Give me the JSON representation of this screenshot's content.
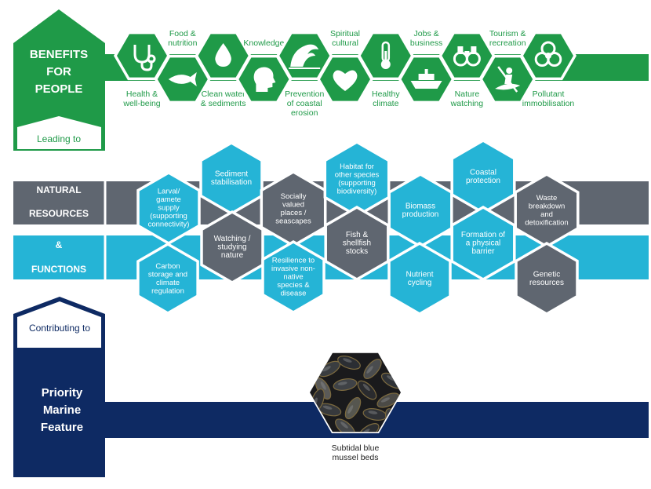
{
  "colors": {
    "green": "#1f9a48",
    "grey": "#5f6670",
    "cyan": "#25b4d6",
    "navy": "#0e2a63",
    "white": "#ffffff"
  },
  "benefits": {
    "title_lines": [
      "BENEFITS",
      "FOR",
      "PEOPLE"
    ],
    "leading_to": "Leading to",
    "items": [
      {
        "icon": "stethoscope-icon",
        "label_lines": [
          "Health &",
          "well-being"
        ],
        "label_pos": "below"
      },
      {
        "icon": "fish-icon",
        "label_lines": [
          "Food &",
          "nutrition"
        ],
        "label_pos": "above"
      },
      {
        "icon": "water-drop-icon",
        "label_lines": [
          "Clean water",
          "& sediments"
        ],
        "label_pos": "below"
      },
      {
        "icon": "head-icon",
        "label_lines": [
          "Knowledge"
        ],
        "label_pos": "above"
      },
      {
        "icon": "wave-icon",
        "label_lines": [
          "Prevention",
          "of coastal",
          "erosion"
        ],
        "label_pos": "below"
      },
      {
        "icon": "heart-icon",
        "label_lines": [
          "Spiritual",
          "cultural"
        ],
        "label_pos": "above"
      },
      {
        "icon": "thermometer-icon",
        "label_lines": [
          "Healthy",
          "climate"
        ],
        "label_pos": "below"
      },
      {
        "icon": "boat-icon",
        "label_lines": [
          "Jobs &",
          "business"
        ],
        "label_pos": "above"
      },
      {
        "icon": "binoculars-icon",
        "label_lines": [
          "Nature",
          "watching"
        ],
        "label_pos": "below"
      },
      {
        "icon": "kayak-icon",
        "label_lines": [
          "Tourism &",
          "recreation"
        ],
        "label_pos": "above"
      },
      {
        "icon": "biohazard-icon",
        "label_lines": [
          "Pollutant",
          "immobilisation"
        ],
        "label_pos": "below"
      }
    ]
  },
  "natural": {
    "label_natural": "NATURAL",
    "label_resources": "RESOURCES",
    "label_amp": "&",
    "label_functions": "FUNCTIONS",
    "hexes": [
      {
        "label_lines": [
          "Larval/",
          "gamete",
          "supply",
          "(supporting",
          "connectivity)"
        ],
        "color": "cyan"
      },
      {
        "label_lines": [
          "Sediment",
          "stabilisation"
        ],
        "color": "cyan"
      },
      {
        "label_lines": [
          "Socially",
          "valued",
          "places /",
          "seascapes"
        ],
        "color": "grey"
      },
      {
        "label_lines": [
          "Habitat for",
          "other species",
          "(supporting",
          "biodiversity)"
        ],
        "color": "cyan"
      },
      {
        "label_lines": [
          "Biomass",
          "production"
        ],
        "color": "cyan"
      },
      {
        "label_lines": [
          "Coastal",
          "protection"
        ],
        "color": "cyan"
      },
      {
        "label_lines": [
          "Waste",
          "breakdown",
          "and",
          "detoxification"
        ],
        "color": "grey"
      },
      {
        "label_lines": [
          "Watching /",
          "studying",
          "nature"
        ],
        "color": "grey"
      },
      {
        "label_lines": [
          "Fish &",
          "shellfish",
          "stocks"
        ],
        "color": "grey"
      },
      {
        "label_lines": [
          "Formation of",
          "a physical",
          "barrier"
        ],
        "color": "cyan"
      },
      {
        "label_lines": [
          "Carbon",
          "storage and",
          "climate",
          "regulation"
        ],
        "color": "cyan"
      },
      {
        "label_lines": [
          "Resilience to",
          "invasive non-",
          "native",
          "species &",
          "disease"
        ],
        "color": "cyan"
      },
      {
        "label_lines": [
          "Nutrient",
          "cycling"
        ],
        "color": "cyan"
      },
      {
        "label_lines": [
          "Genetic",
          "resources"
        ],
        "color": "grey"
      }
    ]
  },
  "priority": {
    "contributing_to": "Contributing to",
    "title_lines": [
      "Priority",
      "Marine",
      "Feature"
    ],
    "feature_label_lines": [
      "Subtidal blue",
      "mussel beds"
    ]
  }
}
